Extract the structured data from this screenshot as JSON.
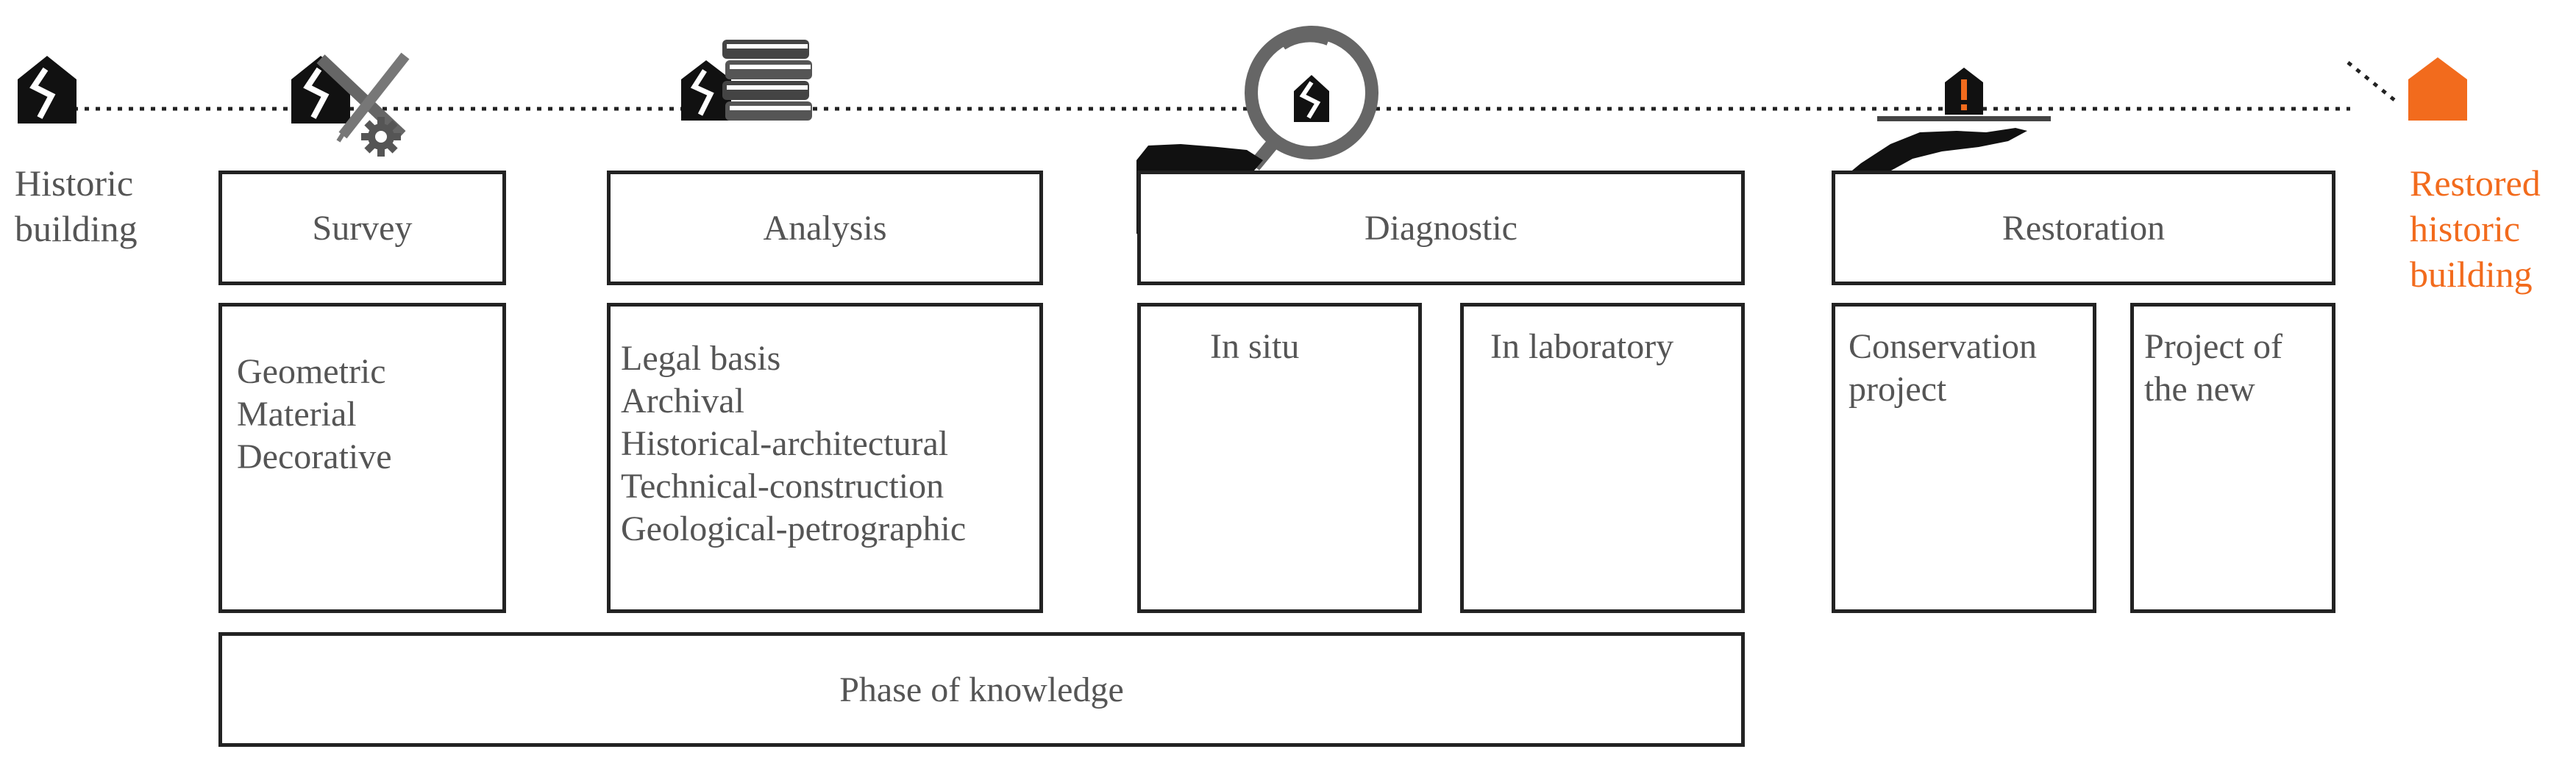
{
  "start": {
    "lines": [
      "Historic",
      "building"
    ]
  },
  "end": {
    "lines": [
      "Restored",
      "historic",
      "building"
    ],
    "color": "#f26b1d"
  },
  "phases": {
    "survey": {
      "title": "Survey",
      "items": [
        "Geometric",
        "Material",
        "Decorative"
      ]
    },
    "analysis": {
      "title": "Analysis",
      "items": [
        "Legal basis",
        "Archival",
        "Historical-architectural",
        "Technical-construction",
        "Geological-petrographic"
      ]
    },
    "diagnostic": {
      "title": "Diagnostic",
      "sub": [
        "In situ",
        "In laboratory"
      ]
    },
    "restoration": {
      "title": "Restoration",
      "sub": [
        [
          "Conservation",
          "project"
        ],
        [
          "Project of",
          "the new"
        ]
      ]
    }
  },
  "knowledge": {
    "label": "Phase of knowledge"
  },
  "icons": [
    "cracked-building-icon",
    "tools-gear-icon",
    "books-icon",
    "magnifier-hand-icon",
    "warning-tray-hand-icon",
    "restored-building-icon"
  ],
  "colors": {
    "ink": "#111111",
    "line": "#222222",
    "text": "#555555",
    "accent": "#f26b1d"
  }
}
